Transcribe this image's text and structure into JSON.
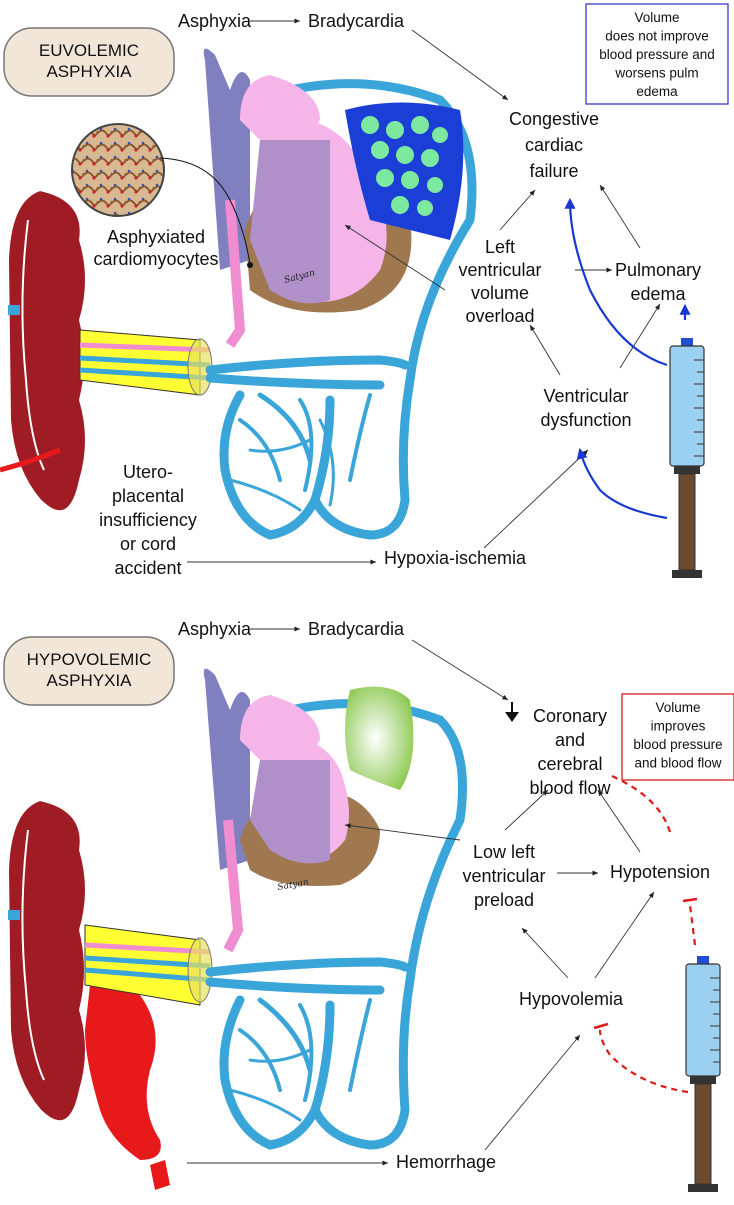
{
  "colors": {
    "artery_blue": "#3aa5d9",
    "placenta": "#a01c24",
    "hemorrhage": "#e8191a",
    "pink_vessel": "#f08cd0",
    "light_pink": "#f5b5e8",
    "purple_heart": "#b090c8",
    "lavender": "#8080c0",
    "brown": "#a07850",
    "cord_yellow": "#ffff33",
    "pulm_edema_blue": "#1a3ed6",
    "pulm_edema_dots": "#7de8a0",
    "green_lung": "#8cc850",
    "flow_arrow_blue": "#1838d0",
    "inhibit_red": "#e01818",
    "syringe_blue": "#9cd0f0",
    "syringe_handle": "#6a4a30",
    "pill_fill": "#f2e6d8"
  },
  "top": {
    "title": "EUVOLEMIC\nASPHYXIA",
    "asphyxia": "Asphyxia",
    "bradycardia": "Bradycardia",
    "chf": "Congestive\ncardiac\nfailure",
    "asphyxiated_cells": "Asphyxiated\ncardiomyocytes",
    "lv_overload": "Left\nventricular\nvolume\noverload",
    "pulm_edema": "Pulmonary\nedema",
    "vent_dysfunction": "Ventricular\ndysfunction",
    "insufficiency": "Utero-\nplacental\ninsufficiency\nor cord\naccident",
    "hypoxia": "Hypoxia-ischemia",
    "note": "Volume\ndoes not improve\nblood pressure and\nworsens pulm\nedema",
    "signature": "Satyan"
  },
  "bottom": {
    "title": "HYPOVOLEMIC\nASPHYXIA",
    "asphyxia": "Asphyxia",
    "bradycardia": "Bradycardia",
    "coronary": "Coronary\nand\ncerebral\nblood flow",
    "low_preload": "Low left\nventricular\npreload",
    "hypotension": "Hypotension",
    "hypovolemia": "Hypovolemia",
    "hemorrhage": "Hemorrhage",
    "note": "Volume\nimproves\nblood pressure\nand blood flow",
    "signature": "Satyan"
  }
}
